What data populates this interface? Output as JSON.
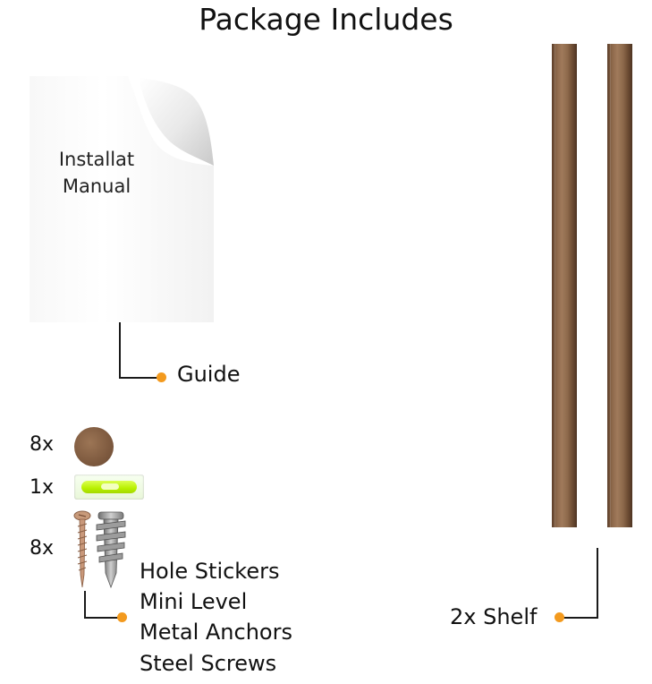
{
  "title": "Package Includes",
  "manual": {
    "text_line1": "Installat",
    "text_line2": "Manual"
  },
  "guide_label": "Guide",
  "accessories": {
    "sticker_qty": "8x",
    "level_qty": "1x",
    "screw_qty": "8x",
    "labels": [
      "Hole Stickers",
      "Mini Level",
      "Metal Anchors",
      "Steel Screws"
    ]
  },
  "shelf_label": "2x Shelf",
  "colors": {
    "accent_dot": "#f39a1e",
    "shelf_wood": "#8b6649"
  },
  "icons": [
    "page-curl-icon",
    "hole-sticker-icon",
    "mini-level-icon",
    "steel-screw-icon",
    "metal-anchor-icon"
  ]
}
